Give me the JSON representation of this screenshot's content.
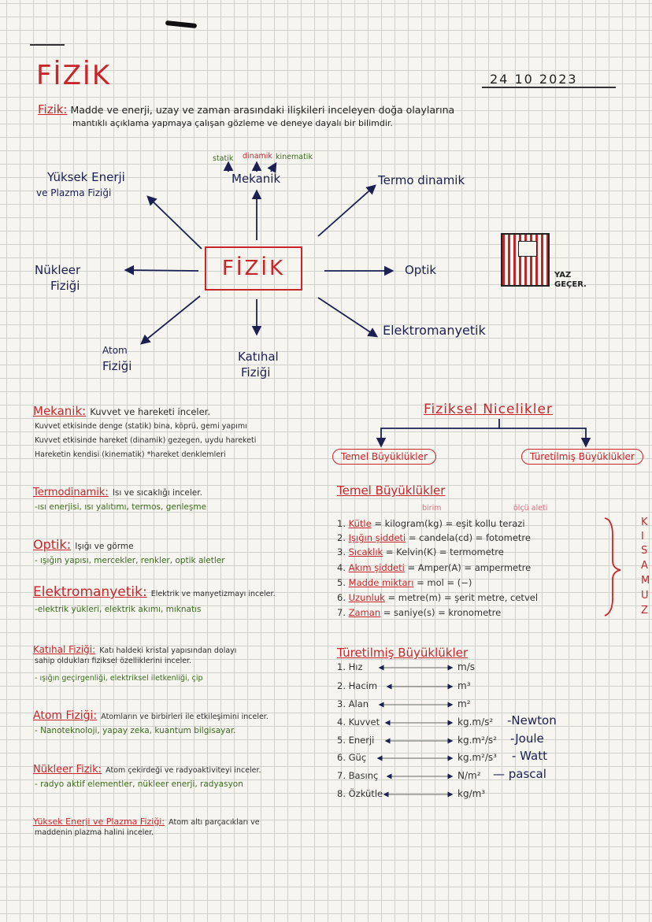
{
  "header": {
    "title": "FİZİK",
    "date": "24 10 2023"
  },
  "definition": {
    "term": "Fizik:",
    "text_line1": "Madde ve enerji, uzay ve zaman arasındaki ilişkileri inceleyen doğa olaylarına",
    "text_line2": "mantıklı açıklama yapmaya çalışan gözleme ve deneye dayalı bir bilimdir."
  },
  "mindmap": {
    "center": "FİZİK",
    "mekanik_sub": [
      "statik",
      "dinamik",
      "kinematik"
    ],
    "nodes": {
      "mekanik": "Mekanik",
      "termodinamik": "Termo dinamik",
      "yuksek_line1": "Yüksek Enerji",
      "yuksek_line2": "ve Plazma Fiziği",
      "nukleer_line1": "Nükleer",
      "nukleer_line2": "Fiziği",
      "optik": "Optik",
      "elektromanyetik": "Elektromanyetik",
      "atom_line1": "Atom",
      "atom_line2": "Fiziği",
      "katihal_line1": "Katıhal",
      "katihal_line2": "Fiziği"
    }
  },
  "sticker": {
    "label_line1": "YAZ",
    "label_line2": "GEÇER."
  },
  "left_sections": {
    "mekanik": {
      "head": "Mekanik:",
      "desc": "Kuvvet ve hareketi inceler.",
      "l1": "Kuvvet etkisinde denge (statik) bina, köprü, gemi yapımı",
      "l2": "Kuvvet etkisinde hareket (dinamik) gezegen, uydu hareketi",
      "l3": "Hareketin kendisi (kinematik) *hareket denklemleri"
    },
    "termo": {
      "head": "Termodinamik:",
      "desc": "Isı ve sıcaklığı inceler.",
      "l1": "-ısı enerjisi, ısı yalıtımı, termos, genleşme"
    },
    "optik": {
      "head": "Optik:",
      "desc": "Işığı ve görme",
      "l1": "- ışığın yapısı, mercekler, renkler, optik aletler"
    },
    "elektro": {
      "head": "Elektromanyetik:",
      "desc": "Elektrik ve manyetizmayı inceler.",
      "l1": "-elektrik yükleri, elektrik akımı, mıknatıs"
    },
    "katihal": {
      "head": "Katıhal Fiziği:",
      "desc": "Katı haldeki kristal yapısından dolayı",
      "desc2": "sahip oldukları fiziksel özelliklerini inceler.",
      "l1": "- ışığın geçirgenliği, elektriksel iletkenliği, çip"
    },
    "atom": {
      "head": "Atom Fiziği:",
      "desc": "Atomların ve birbirleri ile etkileşimini inceler.",
      "l1": "- Nanoteknoloji, yapay zeka, kuantum bilgisayar."
    },
    "nukleer": {
      "head": "Nükleer Fizik:",
      "desc": "Atom çekirdeği ve radyoaktiviteyi inceler.",
      "l1": "- radyo aktif elementler, nükleer enerji, radyasyon"
    },
    "yuksek": {
      "head": "Yüksek Enerji ve Plazma Fiziği:",
      "desc": "Atom altı parçacıkları ve",
      "desc2": "maddenin plazma halini inceler."
    }
  },
  "right_sections": {
    "niceliker_title": "Fiziksel Nicelikler",
    "temel_pill": "Temel Büyüklükler",
    "turetilmis_pill": "Türetilmiş Büyüklükler",
    "temel_head": "Temel Büyüklükler",
    "col_birim": "birim",
    "col_olcu": "ölçü aleti",
    "temel_rows": [
      {
        "n": "1.",
        "name": "Kütle",
        "rest": "= kilogram(kg) = eşit kollu terazi"
      },
      {
        "n": "2.",
        "name": "Işığın şiddeti",
        "rest": "= candela(cd) = fotometre"
      },
      {
        "n": "3.",
        "name": "Sıcaklık",
        "rest": "= Kelvin(K) = termometre"
      },
      {
        "n": "4.",
        "name": "Akım şiddeti",
        "rest": "= Amper(A) = ampermetre"
      },
      {
        "n": "5.",
        "name": "Madde miktarı",
        "rest": "= mol = (−)"
      },
      {
        "n": "6.",
        "name": "Uzunluk",
        "rest": "= metre(m) = şerit metre, cetvel"
      },
      {
        "n": "7.",
        "name": "Zaman",
        "rest": "= saniye(s) = kronometre"
      }
    ],
    "kisamuz": [
      "K",
      "I",
      "S",
      "A",
      "M",
      "U",
      "Z"
    ],
    "turetilmis_head": "Türetilmiş Büyüklükler",
    "derived_rows": [
      {
        "label": "1. Hız",
        "unit": "m/s",
        "name": ""
      },
      {
        "label": "2. Hacim",
        "unit": "m³",
        "name": ""
      },
      {
        "label": "3. Alan",
        "unit": "m²",
        "name": ""
      },
      {
        "label": "4. Kuvvet",
        "unit": "kg.m/s²",
        "name": "-Newton"
      },
      {
        "label": "5. Enerji",
        "unit": "kg.m²/s²",
        "name": "-Joule"
      },
      {
        "label": "6. Güç",
        "unit": "kg.m²/s³",
        "name": "- Watt"
      },
      {
        "label": "7. Basınç",
        "unit": "N/m²",
        "name": "— pascal"
      },
      {
        "label": "8. Özkütle",
        "unit": "kg/m³",
        "name": ""
      }
    ]
  },
  "colors": {
    "red": "#c8262b",
    "navy": "#1c1f52",
    "green": "#3b6b1d",
    "pink": "#e06b7f"
  }
}
